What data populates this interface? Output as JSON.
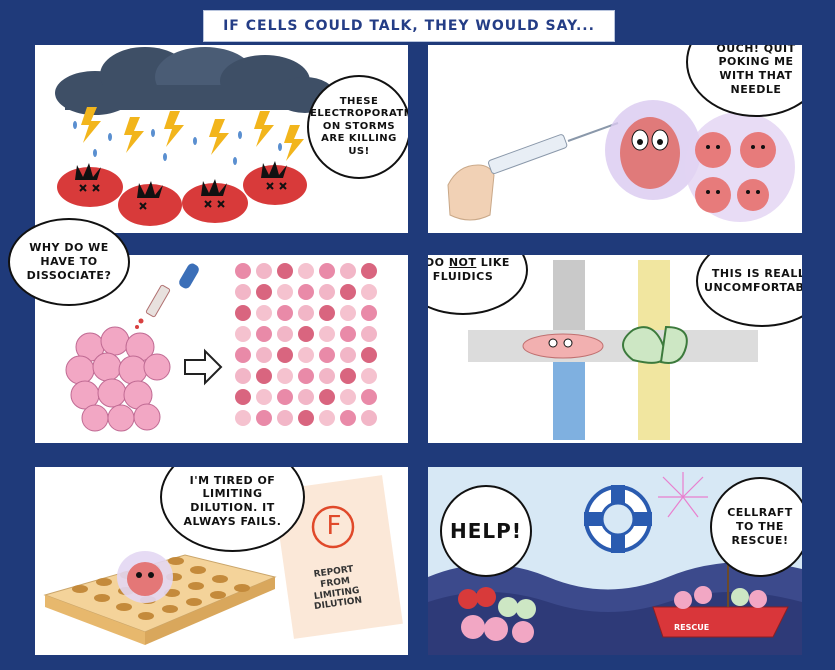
{
  "title": "IF CELLS COULD TALK, THEY WOULD SAY...",
  "panels": {
    "p1": {
      "bubble": "THESE ELECTROPORATI ON STORMS ARE KILLING US!"
    },
    "p2": {
      "bubble": "OUCH! QUIT POKING ME WITH THAT NEEDLE"
    },
    "p3": {
      "bubble": "WHY DO WE HAVE TO DISSOCIATE?"
    },
    "p4": {
      "bubble_pre": "I DO ",
      "bubble_not": "NOT",
      "bubble_post": " LIKE FLUIDICS",
      "bubble2": "THIS IS REALLY UNCOMFORTABLE"
    },
    "p5": {
      "bubble": "I'M TIRED OF LIMITING DILUTION. IT ALWAYS FAILS.",
      "grade": "F",
      "report": "REPORT FROM LIMITING DILUTION"
    },
    "p6": {
      "bubble_help": "HELP!",
      "bubble_rescue": "CELLRAFT TO THE RESCUE!",
      "boat_label": "RESCUE"
    }
  },
  "colors": {
    "background": "#1f3a7a",
    "title_text": "#243d86",
    "cell_red": "#d83a3a",
    "cell_pink": "#f2a7c4",
    "storm_cloud": "#3e4f66",
    "lightning": "#f2b51c",
    "grade_red": "#e0492a"
  }
}
